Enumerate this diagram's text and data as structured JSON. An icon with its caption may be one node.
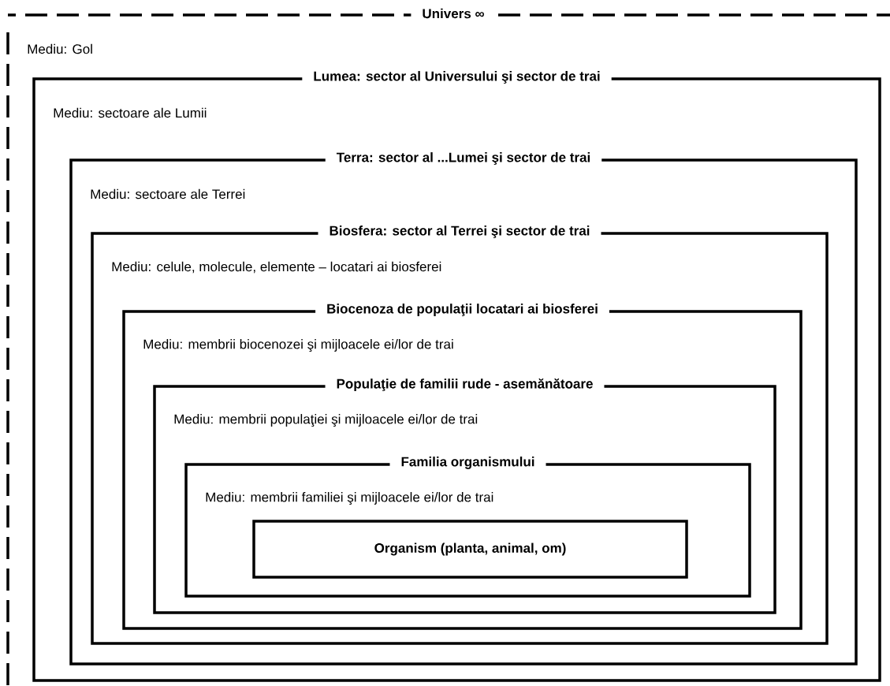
{
  "diagram": {
    "nodes": [
      {
        "text": [
          "Univers ∞",
          "Mediu: Gol"
        ]
      },
      {
        "text": [
          "Lumea: sector al Universului şi sector de trai",
          "Mediu: sectoare ale Lumii"
        ],
        "in": 0
      },
      {
        "text": [
          "Terra: sector al ...Lumei şi sector de trai",
          "Mediu: sectoare ale Terrei"
        ],
        "in": 1
      },
      {
        "text": [
          "Biosfera: sector al Terrei şi sector de trai",
          "Mediu: celule, molecule, elemente – locatari ai biosferei"
        ],
        "in": 2
      },
      {
        "text": [
          "Biocenoza de populaţii locatari ai biosferei",
          "Mediu: membrii biocenozei şi mijloacele ei/lor de trai"
        ],
        "in": 3
      },
      {
        "text": [
          "Populaţie de familii rude - asemănătoare",
          "Mediu: membrii populaţiei şi mijloacele ei/lor de trai"
        ],
        "in": 4
      },
      {
        "text": [
          "Familia organismului",
          "Mediu: membrii familiei şi mijloacele ei/lor de trai"
        ],
        "in": 5
      },
      {
        "text": [
          "Organism (planta, animal, om)"
        ],
        "in": 6
      }
    ]
  }
}
